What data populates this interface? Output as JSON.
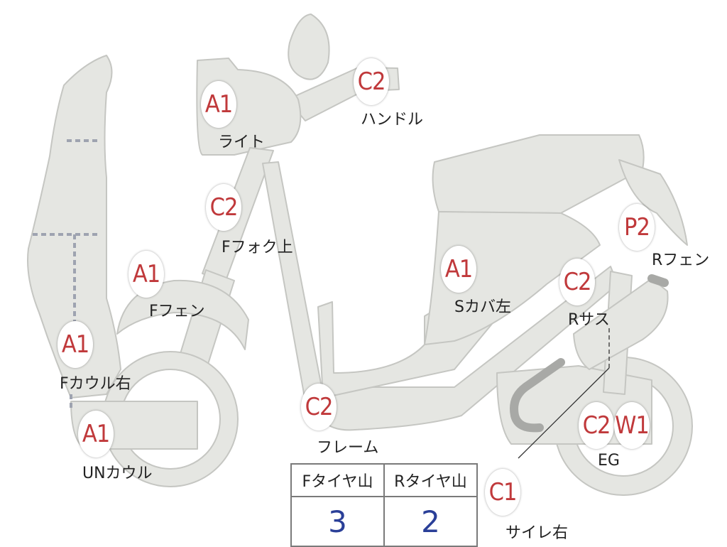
{
  "colors": {
    "body_fill": "#e5e6e2",
    "outline": "#c5c6c2",
    "badge_text": "#c0393b",
    "value_text": "#2a3f98",
    "exhaust": "#a8a9a6"
  },
  "parts": [
    {
      "code": "C2",
      "name": "ハンドル"
    },
    {
      "code": "A1",
      "name": "ライト"
    },
    {
      "code": "C2",
      "name": "Fフォク上"
    },
    {
      "code": "A1",
      "name": "Fフェン"
    },
    {
      "code": "A1",
      "name": "Fカウル右"
    },
    {
      "code": "A1",
      "name": "UNカウル"
    },
    {
      "code": "C2",
      "name": "フレーム"
    },
    {
      "code": "A1",
      "name": "Sカバ左"
    },
    {
      "code": "P2",
      "name": "Rフェン"
    },
    {
      "code": "C2",
      "name": "Rサス"
    },
    {
      "code": "C2",
      "name": "EG"
    },
    {
      "code": "W1",
      "name": ""
    },
    {
      "code": "C1",
      "name": "サイレ右"
    }
  ],
  "tread": {
    "front_header": "Fタイヤ山",
    "rear_header": "Rタイヤ山",
    "front_value": "3",
    "rear_value": "2"
  }
}
